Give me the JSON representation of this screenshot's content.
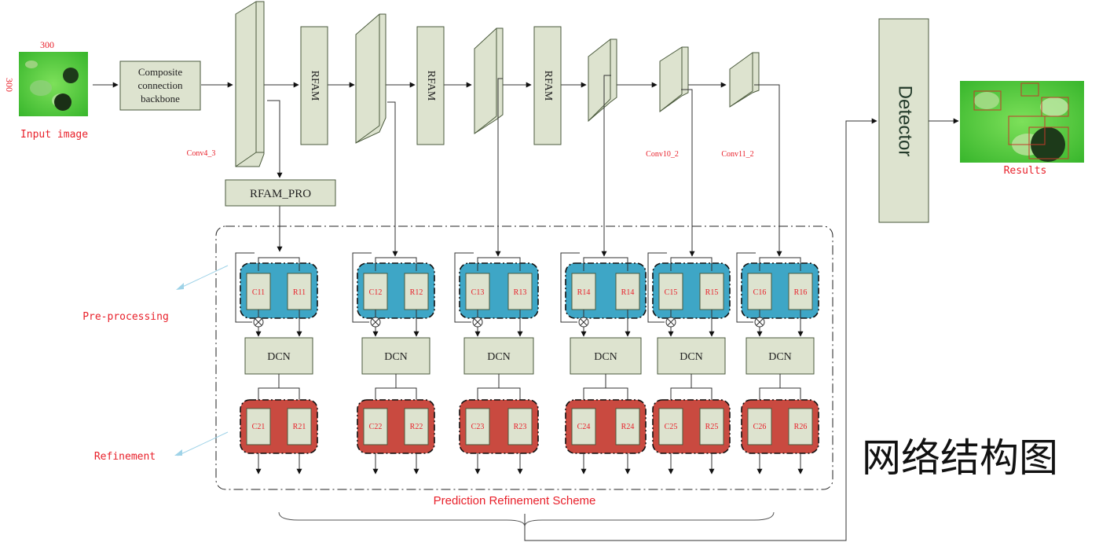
{
  "input": {
    "label": "Input image",
    "size_top": "300",
    "size_side": "300"
  },
  "backbone": {
    "line1": "Composite",
    "line2": "connection",
    "line3": "backbone"
  },
  "rfam_label": "RFAM",
  "rfam_pro_label": "RFAM_PRO",
  "layer_labels": {
    "conv4_3": "Conv4_3",
    "conv10_2": "Conv10_2",
    "conv11_2": "Conv11_2"
  },
  "detector_label": "Detector",
  "results_label": "Results",
  "preprocessing_label": "Pre-processing",
  "refinement_label": "Refinement",
  "dcn_label": "DCN",
  "scheme_label": "Prediction Refinement Scheme",
  "chinese_caption": "网络结构图",
  "blocks": [
    {
      "pre_left": "C11",
      "pre_right": "R11",
      "ref_left": "C21",
      "ref_right": "R21"
    },
    {
      "pre_left": "C12",
      "pre_right": "R12",
      "ref_left": "C22",
      "ref_right": "R22"
    },
    {
      "pre_left": "C13",
      "pre_right": "R13",
      "ref_left": "C23",
      "ref_right": "R23"
    },
    {
      "pre_left": "R14",
      "pre_right": "R14",
      "ref_left": "C24",
      "ref_right": "R24"
    },
    {
      "pre_left": "C15",
      "pre_right": "R15",
      "ref_left": "C25",
      "ref_right": "R25"
    },
    {
      "pre_left": "C16",
      "pre_right": "R16",
      "ref_left": "C26",
      "ref_right": "R26"
    }
  ],
  "colors": {
    "box_fill": "#dde3cf",
    "box_stroke": "#4a5a3c",
    "pre_fill": "#3ea6c6",
    "ref_fill": "#c94a40",
    "label_red": "#e8202a",
    "line": "#333333",
    "image_green": "#4ec63b"
  }
}
